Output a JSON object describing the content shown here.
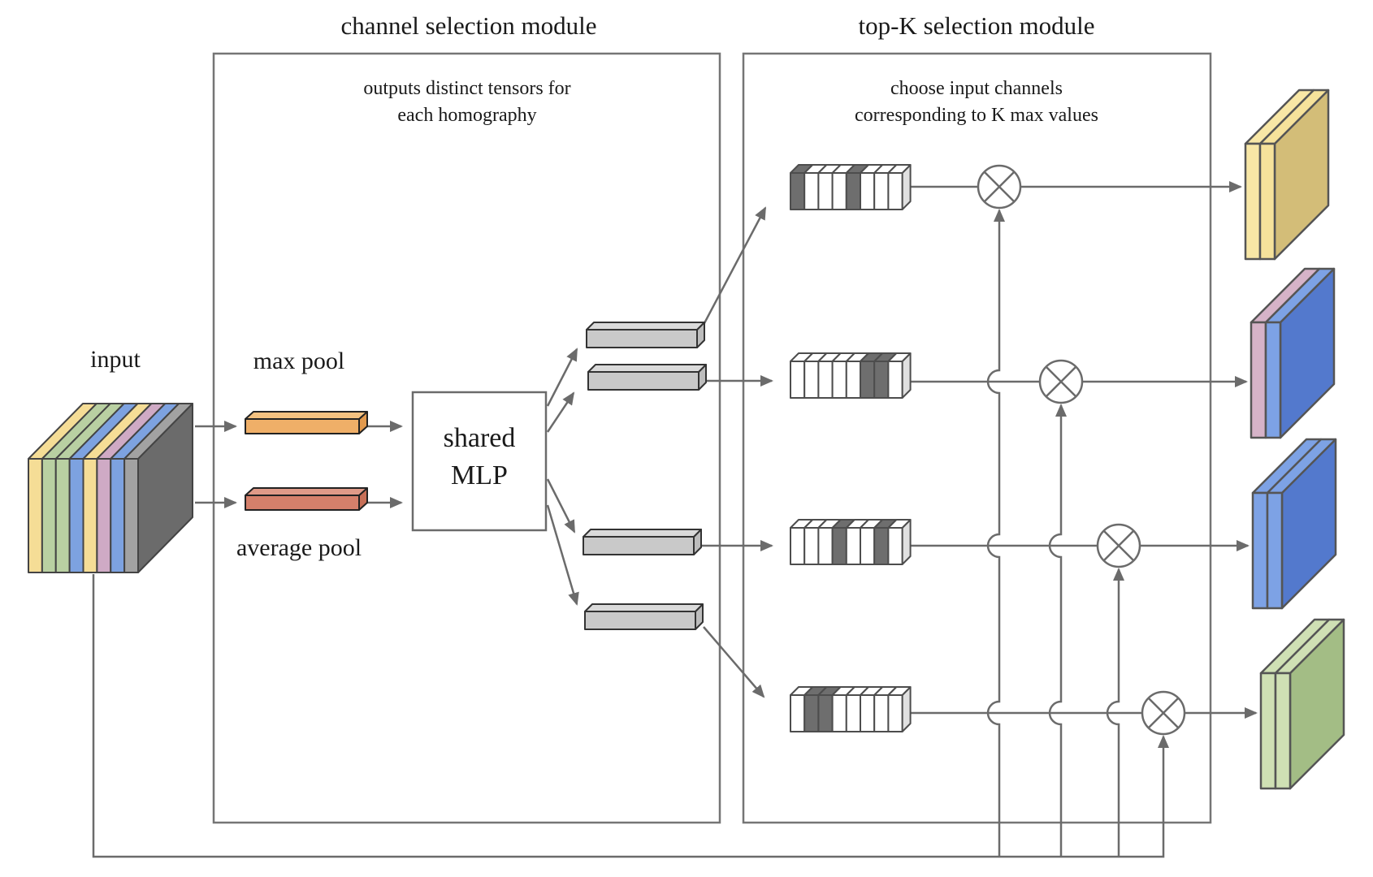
{
  "titles": {
    "left": "channel selection module",
    "right": "top-K selection module"
  },
  "notes": {
    "left": [
      "outputs distinct tensors for",
      "each homography"
    ],
    "right": [
      "choose input channels",
      "corresponding to K max values"
    ]
  },
  "labels": {
    "input": "input",
    "max_pool": "max pool",
    "average_pool": "average pool",
    "mlp": [
      "shared",
      "MLP"
    ]
  },
  "colors": {
    "line": "#6b6b6b",
    "box_border": "#757575",
    "max_pool_front": "#efaf68",
    "max_pool_top": "#f4c281",
    "max_pool_side": "#e29a4e",
    "avg_pool_front": "#d5806b",
    "avg_pool_top": "#df9a88",
    "avg_pool_side": "#c76f57",
    "pool_stroke": "#222222",
    "gray_bar_front": "#c9c9c9",
    "gray_bar_top": "#dadada",
    "gray_bar_side": "#bdbdbd",
    "gray_bar_stroke": "#333333",
    "sel_light": "#ffffff",
    "sel_dark": "#6e6e6e",
    "sel_side": "#e0e0e0",
    "sel_stroke": "#4d4d4d",
    "stack_stroke": "#444444",
    "tensor_stroke": "#555555"
  },
  "input_stack": {
    "slice_colors": [
      "#f5dd96",
      "#b9d0a2",
      "#b9d0a2",
      "#7da2e0",
      "#f5dd96",
      "#cfaac5",
      "#7da2e0",
      "#a2a2a2"
    ],
    "body_color": "#6b6b6b"
  },
  "selection_bars": {
    "cells": 8,
    "rows": [
      {
        "dark_cells": [
          1,
          5
        ]
      },
      {
        "dark_cells": [
          6,
          7
        ]
      },
      {
        "dark_cells": [
          4,
          7
        ]
      },
      {
        "dark_cells": [
          2,
          3
        ]
      }
    ]
  },
  "output_tensors": [
    {
      "front": [
        "#f8e7a6",
        "#f6e29b"
      ],
      "side": "#d3bd78"
    },
    {
      "front": [
        "#d6b3c8",
        "#7da2e5"
      ],
      "side": "#5379cd"
    },
    {
      "front": [
        "#7da2e5",
        "#7da2e5"
      ],
      "side": "#5379cd"
    },
    {
      "front": [
        "#cfe0b4",
        "#cfe0b4"
      ],
      "side": "#a3bd85"
    }
  ]
}
